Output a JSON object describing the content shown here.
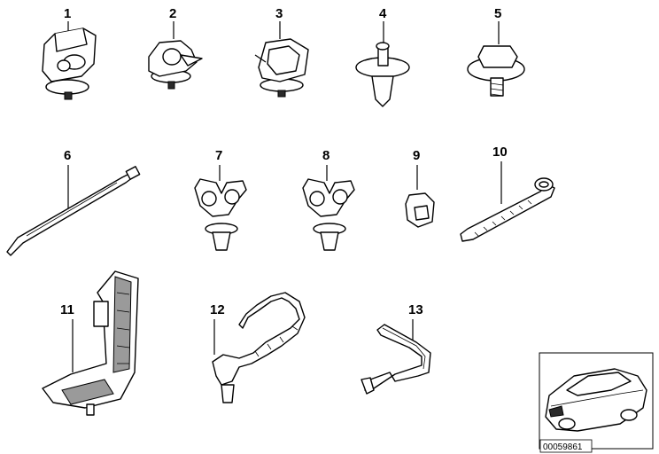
{
  "callouts": [
    "1",
    "2",
    "3",
    "4",
    "5",
    "6",
    "7",
    "8",
    "9",
    "10",
    "11",
    "12",
    "13"
  ],
  "reference_number": "00059861"
}
